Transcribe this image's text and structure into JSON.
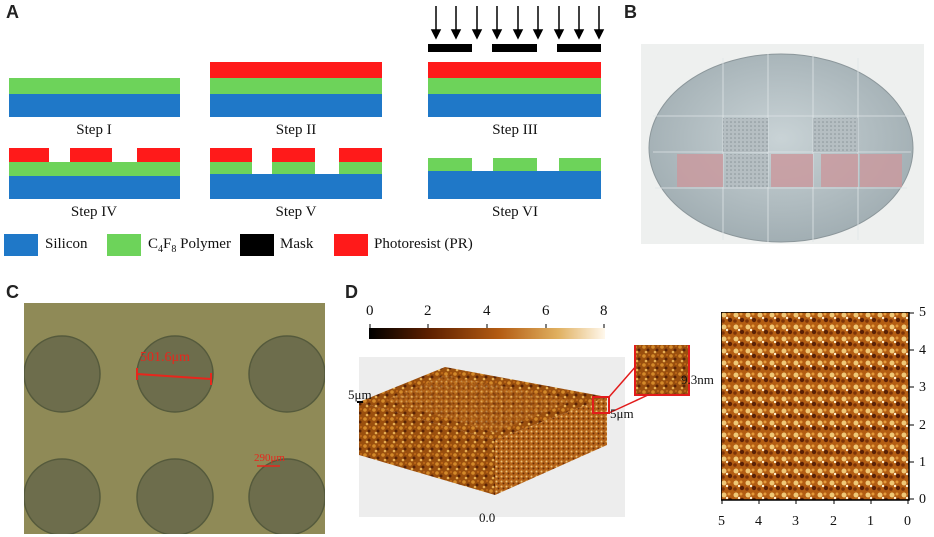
{
  "panels": {
    "a": "A",
    "b": "B",
    "c": "C",
    "d": "D"
  },
  "steps": [
    "Step I",
    "Step II",
    "Step III",
    "Step IV",
    "Step V",
    "Step VI"
  ],
  "legend": [
    {
      "label": "Silicon",
      "color": "#1f78c8"
    },
    {
      "label_main": "C",
      "sub1": "4",
      "mid": "F",
      "sub2": "8",
      "tail": " Polymer",
      "color": "#6dd35a"
    },
    {
      "label": "Mask",
      "color": "#000000"
    },
    {
      "label": "Photoresist (PR)",
      "color": "#ff1a1a"
    }
  ],
  "micrograph": {
    "measure_1": "501.6μm",
    "measure_2": "290μm"
  },
  "colorbar": {
    "ticks": [
      "0",
      "2",
      "4",
      "6",
      "8"
    ]
  },
  "afm3d": {
    "left_axis": "5μm",
    "right_axis": "5μm",
    "bottom_label": "0.0",
    "height_label": "9.3nm"
  },
  "afm2d": {
    "right_ticks": [
      "5",
      "4",
      "3",
      "2",
      "1",
      "0"
    ],
    "bottom_ticks": [
      "5",
      "4",
      "3",
      "2",
      "1",
      "0"
    ]
  },
  "colors": {
    "silicon": "#1f78c8",
    "polymer": "#6dd35a",
    "mask": "#000000",
    "photoresist": "#ff1a1a",
    "measure": "#e8261c"
  }
}
